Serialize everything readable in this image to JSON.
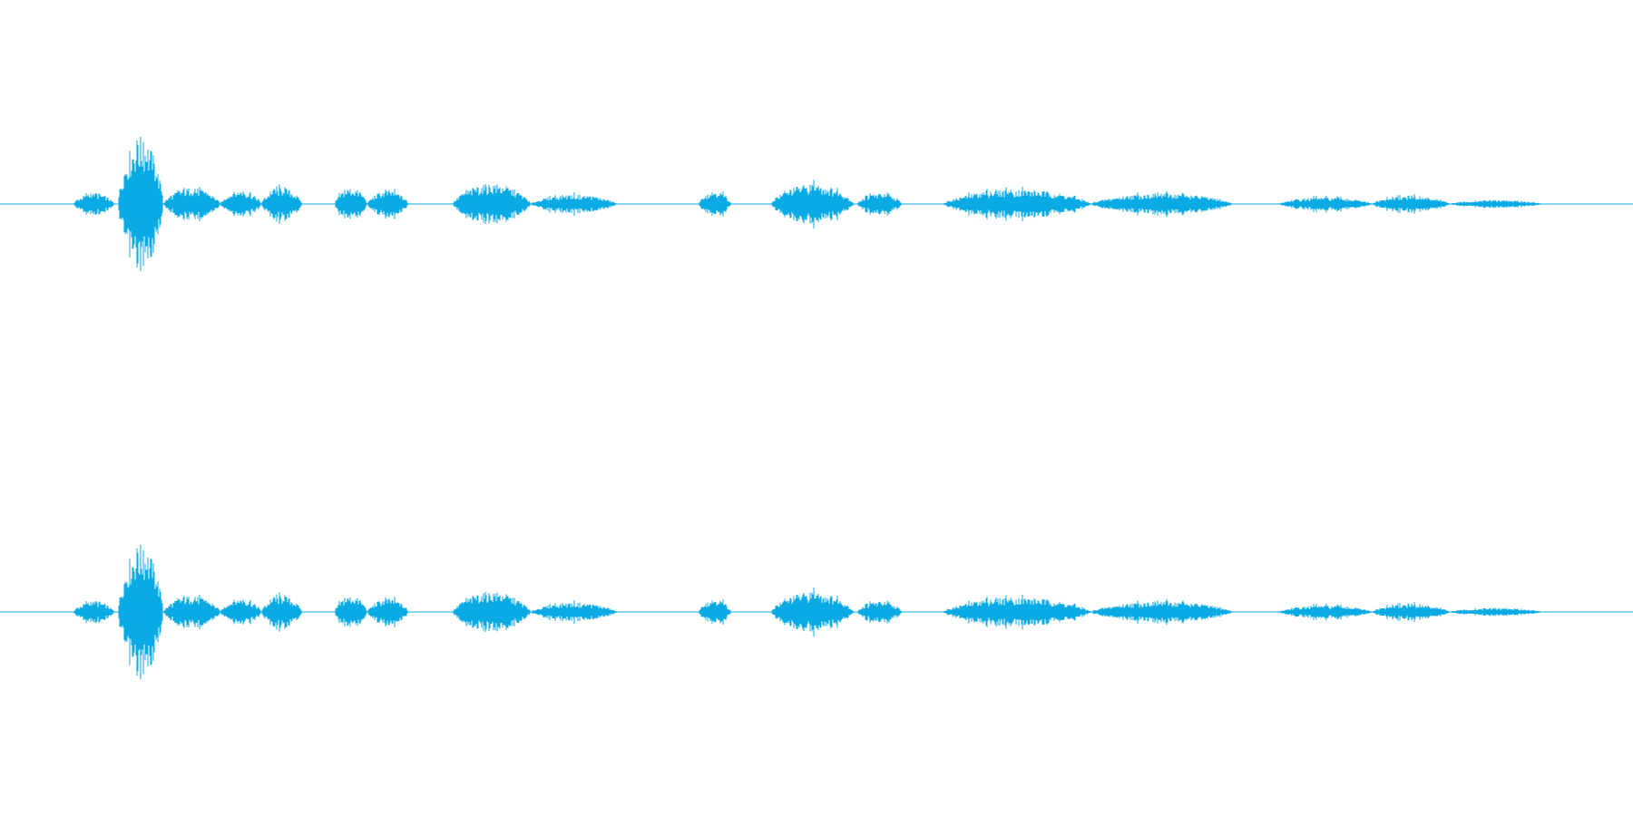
{
  "waveform": {
    "color": "#0aaae4",
    "channels": [
      "left",
      "right"
    ],
    "segments": [
      {
        "start": 0.045,
        "end": 0.07,
        "peak": 0.08
      },
      {
        "start": 0.072,
        "end": 0.1,
        "peak": 0.5
      },
      {
        "start": 0.1,
        "end": 0.135,
        "peak": 0.12
      },
      {
        "start": 0.135,
        "end": 0.16,
        "peak": 0.1
      },
      {
        "start": 0.16,
        "end": 0.185,
        "peak": 0.12
      },
      {
        "start": 0.205,
        "end": 0.225,
        "peak": 0.12
      },
      {
        "start": 0.225,
        "end": 0.25,
        "peak": 0.1
      },
      {
        "start": 0.277,
        "end": 0.325,
        "peak": 0.15
      },
      {
        "start": 0.325,
        "end": 0.378,
        "peak": 0.07
      },
      {
        "start": 0.428,
        "end": 0.448,
        "peak": 0.1
      },
      {
        "start": 0.472,
        "end": 0.523,
        "peak": 0.15
      },
      {
        "start": 0.525,
        "end": 0.552,
        "peak": 0.08
      },
      {
        "start": 0.578,
        "end": 0.668,
        "peak": 0.11
      },
      {
        "start": 0.668,
        "end": 0.755,
        "peak": 0.08
      },
      {
        "start": 0.783,
        "end": 0.84,
        "peak": 0.05
      },
      {
        "start": 0.84,
        "end": 0.888,
        "peak": 0.06
      },
      {
        "start": 0.888,
        "end": 0.945,
        "peak": 0.03
      }
    ]
  }
}
